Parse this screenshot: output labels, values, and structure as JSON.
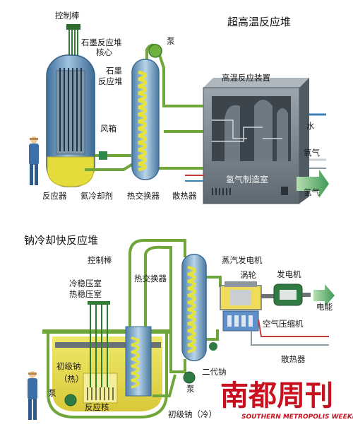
{
  "top": {
    "title": "超高温反应堆",
    "labels": {
      "control_rod": "控制棒",
      "graphite_core": "石墨反应堆",
      "core": "核心",
      "graphite": "石墨",
      "reactor_word": "反应堆",
      "duct": "风箱",
      "pump": "泵",
      "htr_device": "高温反应装置",
      "water": "水",
      "oxygen": "氧气",
      "hydrogen_room": "氢气制造室",
      "hydrogen": "氢气",
      "reactor": "反应器",
      "helium_coolant": "氦冷却剂",
      "heat_exchanger": "热交换器",
      "radiator": "散热器"
    }
  },
  "bottom": {
    "title": "钠冷却快反应堆",
    "labels": {
      "control_rod": "控制棒",
      "heat_exchanger": "热交换器",
      "steam_generator": "蒸汽发电机",
      "turbine": "涡轮",
      "generator": "发电机",
      "electricity": "电能",
      "cold_plenum": "冷稳压室",
      "hot_plenum": "热稳压室",
      "air_compressor": "空气压缩机",
      "radiator": "散热器",
      "primary_sodium_hot": "初级钠",
      "hot": "（热）",
      "secondary_sodium": "二代钠",
      "pump": "泵",
      "pump_left": "泵",
      "reactor_core": "反应核",
      "primary_sodium_cold": "初级钠（冷）"
    }
  },
  "watermark": {
    "brand": "南都周刊",
    "sub": "SOUTHERN METROPOLIS WEEKLY"
  },
  "colors": {
    "pipe_green": "#6fa63a",
    "reactor_blue": "#5f8fb8",
    "exchanger_yellow": "#e6e23c",
    "sodium_yellow": "#ece457",
    "device_gray": "#7a8691",
    "brand_red": "#c8101e"
  }
}
